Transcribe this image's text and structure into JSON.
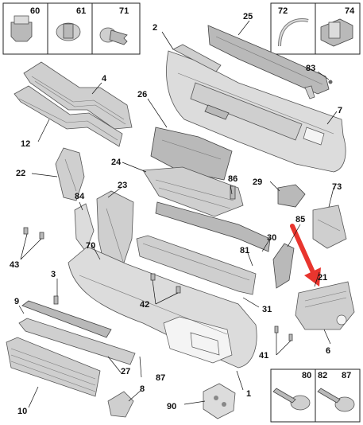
{
  "diagram": {
    "part_numbers": {
      "p1": "1",
      "p2": "2",
      "p3": "3",
      "p4": "4",
      "p6": "6",
      "p7": "7",
      "p8": "8",
      "p9": "9",
      "p10": "10",
      "p12": "12",
      "p21": "21",
      "p22": "22",
      "p23": "23",
      "p24": "24",
      "p25": "25",
      "p26": "26",
      "p27": "27",
      "p29": "29",
      "p30": "30",
      "p31": "31",
      "p41": "41",
      "p42": "42",
      "p43": "43",
      "p60": "60",
      "p61": "61",
      "p70": "70",
      "p71": "71",
      "p72": "72",
      "p73": "73",
      "p74": "74",
      "p80": "80",
      "p81": "81",
      "p82": "82",
      "p83": "83",
      "p84": "84",
      "p85": "85",
      "p86": "86",
      "p87": "87",
      "p87b": "87",
      "p90": "90"
    },
    "colors": {
      "part_fill": "#cfcfcf",
      "outline": "#555555",
      "arrow": "#e8352e",
      "label": "#111111"
    }
  }
}
